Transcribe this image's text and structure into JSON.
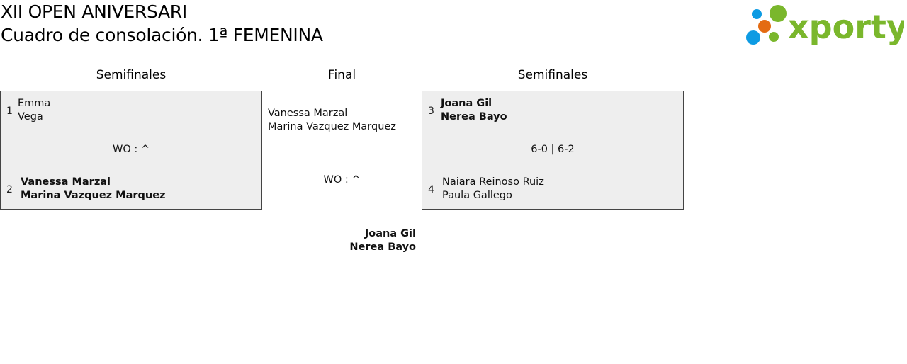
{
  "header": {
    "title": "XII OPEN ANIVERSARI",
    "subtitle": "Cuadro de consolación. 1ª FEMENINA",
    "logo_text": "xporty"
  },
  "colors": {
    "logo_green": "#7ab72c",
    "logo_orange": "#e46b12",
    "logo_blue": "#0d9be3",
    "box_bg": "#eeeeee"
  },
  "rounds": {
    "left_label": "Semifinales",
    "final_label": "Final",
    "right_label": "Semifinales"
  },
  "semifinal_left": {
    "team1": {
      "seed": "1",
      "player1": "Emma",
      "player2": "Vega"
    },
    "team2": {
      "seed": "2",
      "player1": "Vanessa Marzal",
      "player2": "Marina Vazquez Marquez"
    },
    "score": "WO : ^"
  },
  "semifinal_right": {
    "team1": {
      "seed": "3",
      "player1": "Joana Gil",
      "player2": "Nerea Bayo"
    },
    "team2": {
      "seed": "4",
      "player1": "Naiara Reinoso Ruiz",
      "player2": "Paula Gallego"
    },
    "score": "6-0 | 6-2"
  },
  "final": {
    "team_top": {
      "player1": "Vanessa Marzal",
      "player2": "Marina Vazquez Marquez"
    },
    "score": "WO : ^",
    "champion": {
      "player1": "Joana Gil",
      "player2": "Nerea Bayo"
    }
  }
}
